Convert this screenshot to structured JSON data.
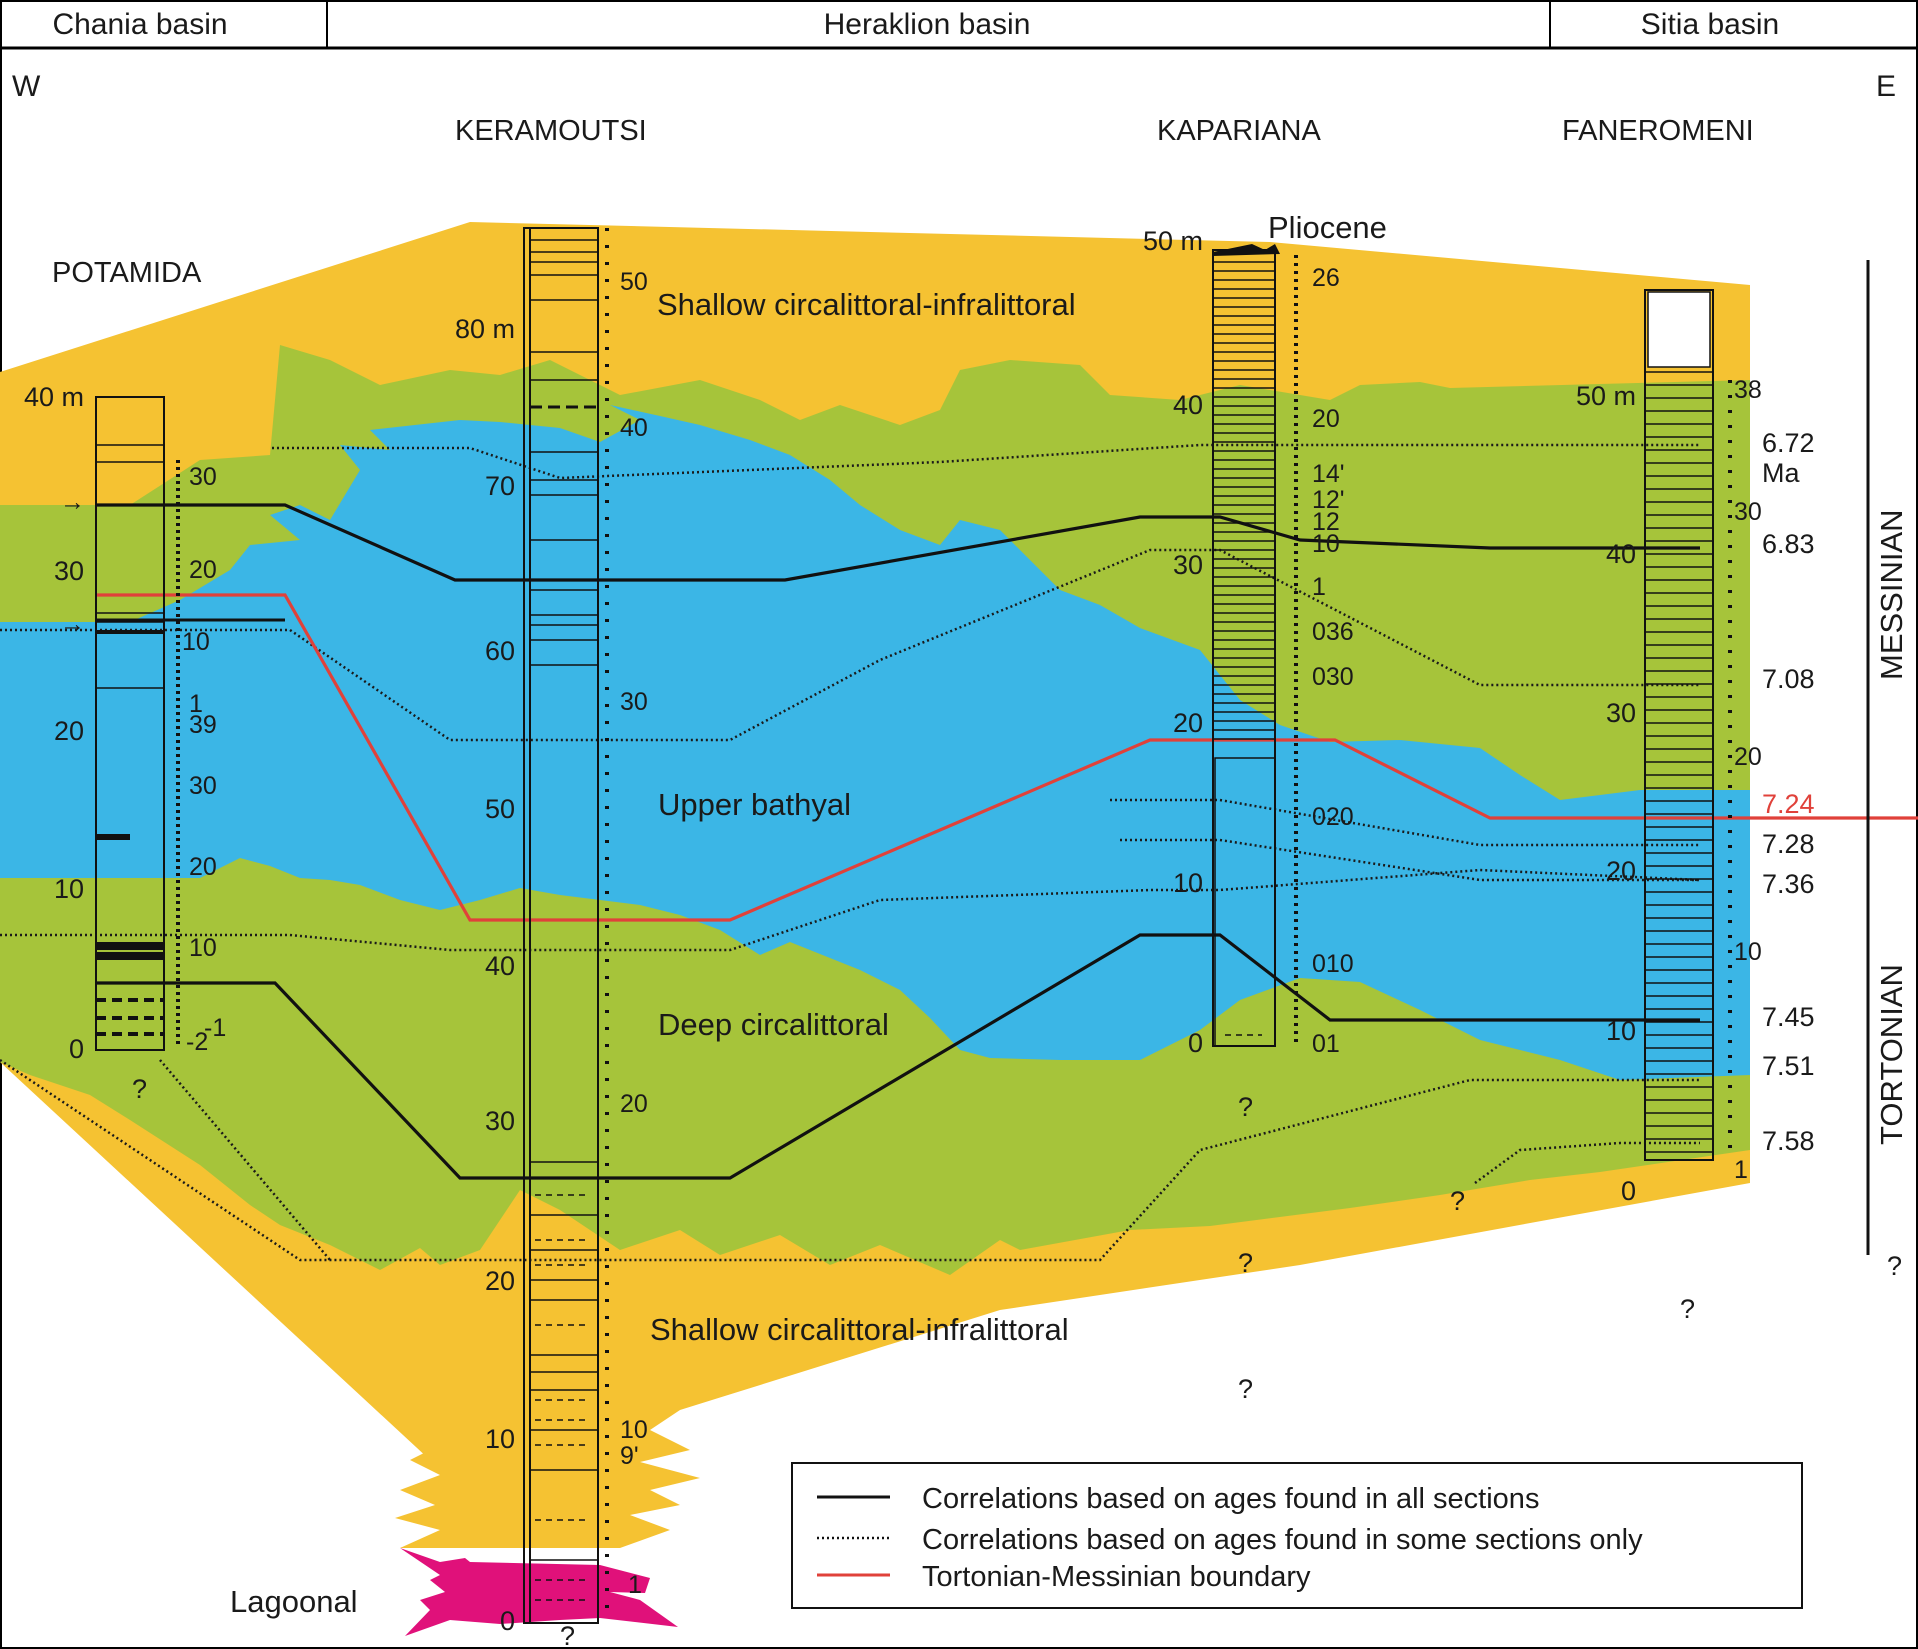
{
  "header": {
    "basins": [
      "Chania basin",
      "Heraklion basin",
      "Sitia basin"
    ],
    "west": "W",
    "east": "E"
  },
  "sections": {
    "potamida": "POTAMIDA",
    "keramoutsi": "KERAMOUTSI",
    "kapariana": "KAPARIANA",
    "faneromeni": "FANEROMENI"
  },
  "zones": {
    "top": "Shallow circalittoral-infralittoral",
    "bathyal": "Upper bathyal",
    "deep": "Deep circalittoral",
    "bottom": "Shallow circalittoral-infralittoral",
    "lagoonal": "Lagoonal",
    "pliocene": "Pliocene"
  },
  "stages": {
    "messinian": "MESSINIAN",
    "tortonian": "TORTONIAN"
  },
  "depth_scales": {
    "potamida": [
      "40 m",
      "30",
      "20",
      "10",
      "0"
    ],
    "keramoutsi": [
      "80 m",
      "70",
      "60",
      "50",
      "40",
      "30",
      "20",
      "10",
      "0"
    ],
    "kapariana": [
      "50 m",
      "40",
      "30",
      "20",
      "10",
      "0"
    ],
    "faneromeni": [
      "50 m",
      "40",
      "30",
      "20",
      "10",
      "0"
    ]
  },
  "sample_labels": {
    "potamida": [
      "30",
      "20",
      "10",
      "1",
      "39",
      "30",
      "20",
      "10",
      "-1",
      "-2"
    ],
    "keramoutsi": [
      "50",
      "40",
      "30",
      "20",
      "10",
      "9'",
      "1"
    ],
    "kapariana": [
      "26",
      "20",
      "14'",
      "12'",
      "12",
      "10",
      "1",
      "036",
      "030",
      "020",
      "010",
      "01"
    ],
    "faneromeni": [
      "38",
      "30",
      "20",
      "10",
      "1"
    ]
  },
  "ages_ma": [
    "6.72",
    "6.83",
    "7.08",
    "7.24",
    "7.28",
    "7.36",
    "7.45",
    "7.51",
    "7.58"
  ],
  "ages_unit": "Ma",
  "unknown": "?",
  "legend": [
    {
      "label": "Correlations based on ages found in all sections",
      "style": "solid",
      "color": "#111111"
    },
    {
      "label": "Correlations based on ages found in some sections only",
      "style": "dotted",
      "color": "#111111"
    },
    {
      "label": "Tortonian-Messinian boundary",
      "style": "solid",
      "color": "#e0413a"
    }
  ],
  "colors": {
    "shallow": "#f5c232",
    "deep_circalittoral": "#a6c43a",
    "bathyal": "#3bb6e6",
    "lagoonal": "#e0117a",
    "boundary": "#e0413a"
  }
}
